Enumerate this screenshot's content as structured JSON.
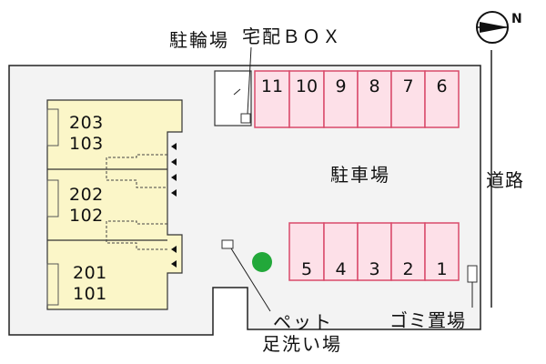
{
  "labels": {
    "bicycle_parking": "駐輪場",
    "delivery_box": "宅配ＢＯＸ",
    "parking_lot": "駐車場",
    "road": "道路",
    "garbage": "ゴミ置場",
    "pet_wash_line1": "ペット",
    "pet_wash_line2": "足洗い場"
  },
  "units": {
    "top": [
      "203",
      "103"
    ],
    "middle": [
      "202",
      "102"
    ],
    "bottom": [
      "201",
      "101"
    ]
  },
  "parking": {
    "top_row": [
      "11",
      "10",
      "9",
      "8",
      "7",
      "6"
    ],
    "bottom_row": [
      "5",
      "4",
      "3",
      "2",
      "1"
    ]
  },
  "compass": {
    "north_label": "N"
  },
  "colors": {
    "building_fill": "#fbf6c8",
    "parking_fill": "#fde0e8",
    "parking_stroke": "#d94a6a",
    "lot_fill": "#f3f3f3",
    "tree": "#22a83a"
  }
}
